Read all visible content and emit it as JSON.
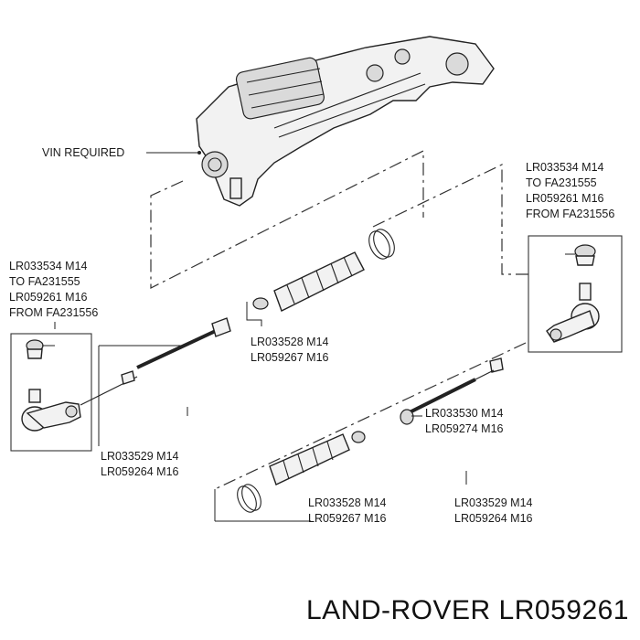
{
  "labels": {
    "vin": "VIN REQUIRED",
    "tr_note": [
      "LR033534 M14",
      "TO FA231555",
      "LR059261 M16",
      "FROM FA231556"
    ],
    "tl_note": [
      "LR033534 M14",
      "TO FA231555",
      "LR059261 M16",
      "FROM FA231556"
    ],
    "upper_boot": [
      "LR033528 M14",
      "LR059267 M16"
    ],
    "upper_rod": [
      "LR033529 M14",
      "LR059264 M16"
    ],
    "inner_joint": [
      "LR033530 M14",
      "LR059274 M16"
    ],
    "lower_boot": [
      "LR033528 M14",
      "LR059267 M16"
    ],
    "lower_rod": [
      "LR033529 M14",
      "LR059264 M16"
    ]
  },
  "caption": "LAND-ROVER LR059261"
}
